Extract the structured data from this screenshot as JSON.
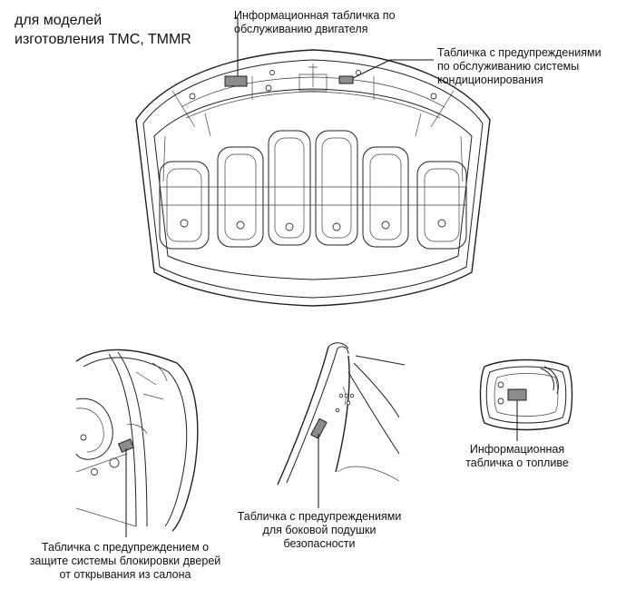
{
  "heading": "для моделей\nизготовления TMC, TMMR",
  "labels": {
    "engine_plate": "Информационная табличка по\nобслуживанию двигателя",
    "ac_plate": "Табличка с предупреждениями\nпо обслуживанию системы\nкондиционирования",
    "door_lock_plate": "Табличка с предупреждением о\nзащите системы блокировки дверей\nот открывания из салона",
    "airbag_plate": "Табличка с предупреждениями\nдля боковой подушки\nбезопасности",
    "fuel_plate": "Информационная\nтабличка о топливе"
  },
  "colors": {
    "plate_fill": "#8c8c8c",
    "line": "#222222",
    "background": "#ffffff"
  }
}
